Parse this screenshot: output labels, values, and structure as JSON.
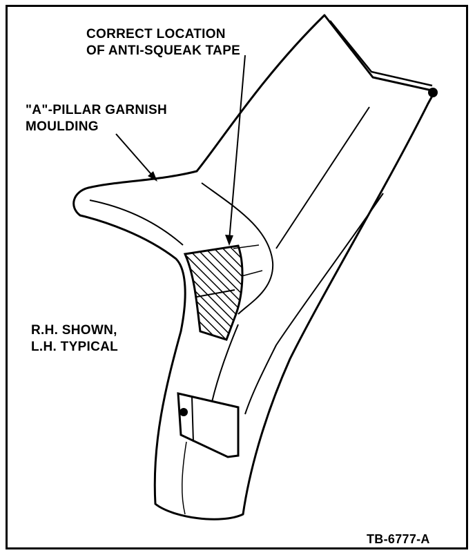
{
  "labels": {
    "tape_line1": "CORRECT LOCATION",
    "tape_line2": "OF ANTI-SQUEAK TAPE",
    "garnish_line1": "\"A\"-PILLAR GARNISH",
    "garnish_line2": "MOULDING",
    "shown_line1": "R.H. SHOWN,",
    "shown_line2": "L.H. TYPICAL",
    "reference": "TB-6777-A"
  }
}
